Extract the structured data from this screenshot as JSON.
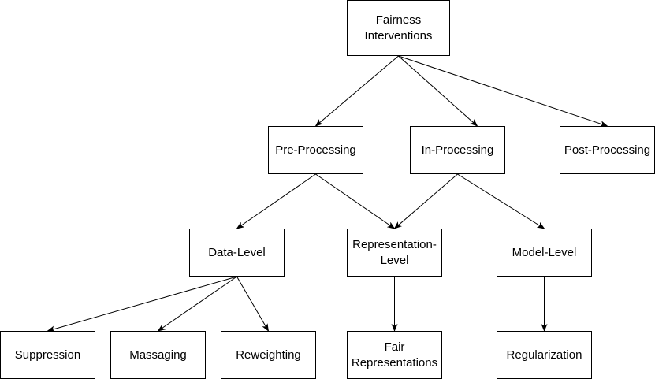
{
  "nodes": {
    "root": "Fairness\nInterventions",
    "pre_processing": "Pre-Processing",
    "in_processing": "In-Processing",
    "post_processing": "Post-Processing",
    "data_level": "Data-Level",
    "representation_level": "Representation-\nLevel",
    "model_level": "Model-Level",
    "suppression": "Suppression",
    "massaging": "Massaging",
    "reweighting": "Reweighting",
    "fair_representations": "Fair\nRepresentations",
    "regularization": "Regularization"
  },
  "edges": [
    [
      "root",
      "pre_processing"
    ],
    [
      "root",
      "in_processing"
    ],
    [
      "root",
      "post_processing"
    ],
    [
      "pre_processing",
      "data_level"
    ],
    [
      "pre_processing",
      "representation_level"
    ],
    [
      "in_processing",
      "representation_level"
    ],
    [
      "in_processing",
      "model_level"
    ],
    [
      "data_level",
      "suppression"
    ],
    [
      "data_level",
      "massaging"
    ],
    [
      "data_level",
      "reweighting"
    ],
    [
      "representation_level",
      "fair_representations"
    ],
    [
      "model_level",
      "regularization"
    ]
  ],
  "colors": {
    "stroke": "#000000",
    "background": "#ffffff"
  }
}
